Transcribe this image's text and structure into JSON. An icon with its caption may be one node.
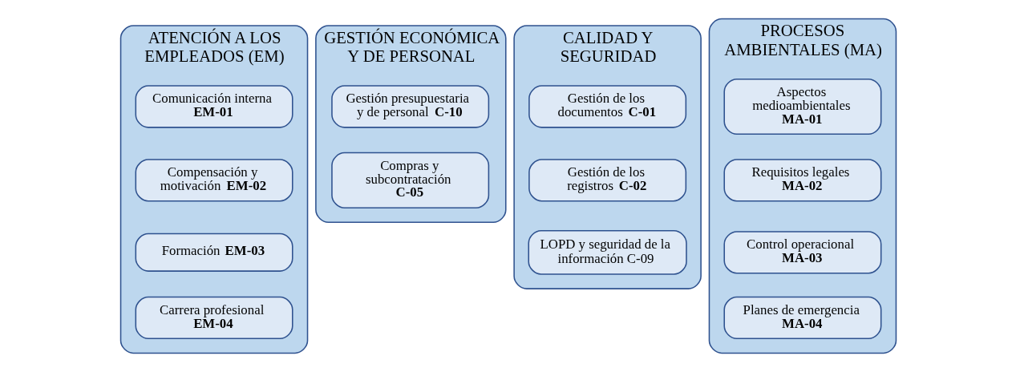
{
  "diagram": {
    "nodes": [
      {
        "text": [
          "ATENCIÓN A LOS EMPLEADOS (EM)"
        ]
      },
      {
        "text": [
          "Comunicación interna **EM-01**"
        ],
        "in": 0
      },
      {
        "text": [
          "Compensación y motivación **EM-02**"
        ],
        "in": 0
      },
      {
        "text": [
          "Formación **EM-03**"
        ],
        "in": 0
      },
      {
        "text": [
          "Carrera profesional **EM-04**"
        ],
        "in": 0
      },
      {
        "text": [
          "GESTIÓN ECONÓMICA Y DE PERSONAL"
        ]
      },
      {
        "text": [
          "Gestión presupuestaria y de personal **C-10**"
        ],
        "in": 5
      },
      {
        "text": [
          "Compras y subcontratación **C-05**"
        ],
        "in": 5
      },
      {
        "text": [
          "CALIDAD Y SEGURIDAD"
        ]
      },
      {
        "text": [
          "Gestión de los documentos **C-01**"
        ],
        "in": 8
      },
      {
        "text": [
          "Gestión de los registros **C-02**"
        ],
        "in": 8
      },
      {
        "text": [
          "LOPD y seguridad de la información C-09"
        ],
        "in": 8
      },
      {
        "text": [
          "PROCESOS AMBIENTALES (MA)"
        ]
      },
      {
        "text": [
          "Aspectos medioambientales **MA-01**"
        ],
        "in": 12
      },
      {
        "text": [
          "Requisitos legales **MA-02**"
        ],
        "in": 12
      },
      {
        "text": [
          "Control operacional **MA-03**"
        ],
        "in": 12
      },
      {
        "text": [
          "Planes de emergencia **MA-04**"
        ],
        "in": 12
      }
    ],
    "edges": []
  }
}
